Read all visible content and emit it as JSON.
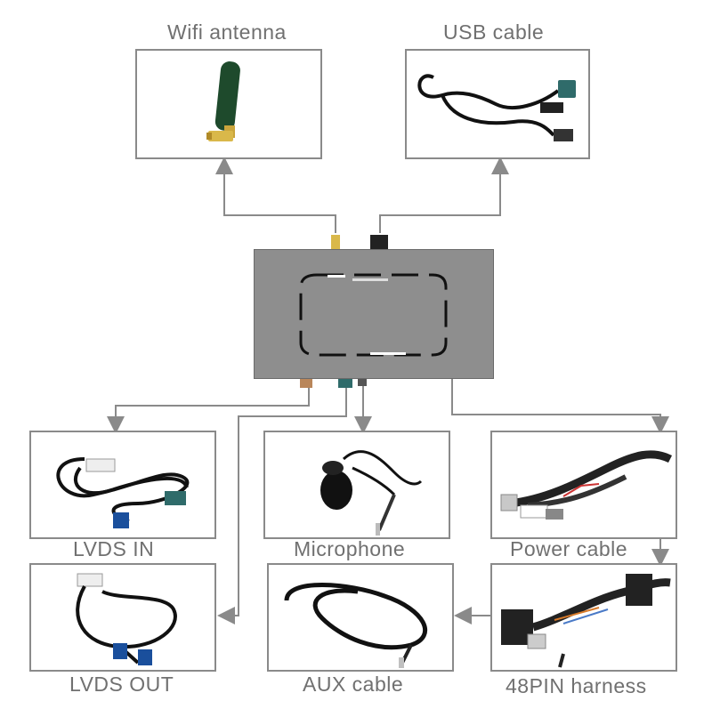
{
  "labels": {
    "wifi": "Wifi antenna",
    "usb": "USB cable",
    "lvds_in": "LVDS IN",
    "microphone": "Microphone",
    "power": "Power cable",
    "lvds_out": "LVDS OUT",
    "aux": "AUX cable",
    "harness": "48PIN harness"
  },
  "colors": {
    "line": "#8a8a8a",
    "box_border": "#8a8a8a",
    "module_body": "#8e8e8e",
    "label_text": "#707070",
    "cable": "#111111",
    "fakra_blue": "#1a4f9c",
    "fakra_teal": "#2f6b6a",
    "antenna_gold": "#d9b84a"
  }
}
